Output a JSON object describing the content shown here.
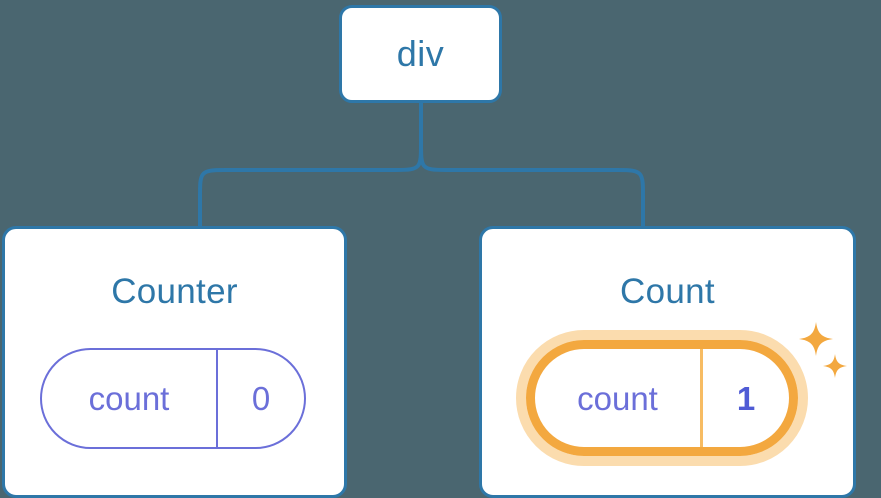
{
  "diagram": {
    "type": "component-tree",
    "background_color": "#4a6670",
    "accent_blue": "#2e77a8",
    "accent_purple": "#6b6fd9",
    "accent_purple_bold": "#4f5bd5",
    "accent_orange": "#f3a83f",
    "accent_orange_glow": "#fbdcae",
    "root": {
      "label": "div"
    },
    "connector": {
      "icon": "tree-branch-connector",
      "color": "#2e77a8"
    },
    "children": [
      {
        "title": "Counter",
        "state": {
          "key": "count",
          "value": "0",
          "highlighted": false
        }
      },
      {
        "title": "Count",
        "state": {
          "key": "count",
          "value": "1",
          "highlighted": true
        },
        "sparkles": {
          "icon": "sparkle-icon",
          "count": "2",
          "color": "#f3a83f"
        }
      }
    ]
  }
}
